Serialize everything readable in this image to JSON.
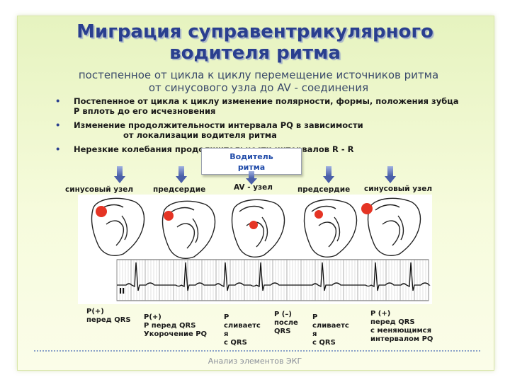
{
  "title_line1": "Миграция суправентрикулярного",
  "title_line2": "водителя ритма",
  "subtitle_line1": "постепенное от цикла к циклу перемещение источников ритма",
  "subtitle_line2": "от синусового узла до AV - соединения",
  "bullets": [
    {
      "text": "Постепенное от цикла к циклу изменение полярности, формы, положения зубца P вплоть до его исчезновения"
    },
    {
      "text": "Изменение продолжительности интервала PQ в зависимости",
      "cont": "от локализации водителя ритма"
    },
    {
      "text": "Нерезкие колебания продолжительности интервалов R - R"
    }
  ],
  "rhythm_box": {
    "line1": "Водитель",
    "line2": "ритма"
  },
  "regions": [
    "синусовый узел",
    "предсердие",
    "AV - узел",
    "предсердие",
    "синусовый узел"
  ],
  "ecg_lead": "II",
  "annotations": [
    "P(+)\nперед QRS",
    "P(+)\nP перед QRS\nУкорочение PQ",
    "P\nсливаетс\nя\nс QRS",
    "P  (–)\nпосле\nQRS",
    "P\nсливаетс\nя\nс QRS",
    "P (+)\nперед QRS\nс меняющимся\nинтервалом PQ"
  ],
  "footer": "Анализ элементов ЭКГ",
  "colors": {
    "title": "#2a3f8f",
    "accent": "#1f4aa8",
    "pacemaker": "#e53424",
    "arrow": "#5a6fb0"
  }
}
